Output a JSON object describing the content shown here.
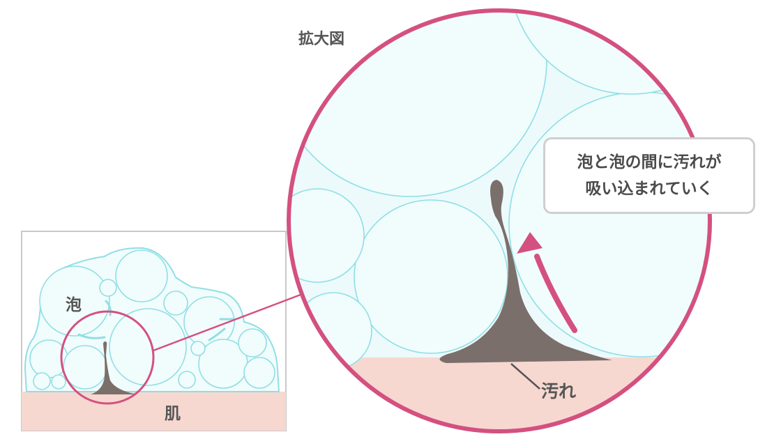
{
  "labels": {
    "zoom_title": "拡大図",
    "foam": "泡",
    "skin": "肌",
    "dirt": "汚れ"
  },
  "callout": {
    "line1": "泡と泡の間に汚れが",
    "line2": "吸い込まれていく"
  },
  "colors": {
    "bubble_stroke": "#8fdfe4",
    "bubble_fill": "#f1fcfd",
    "skin": "#f6d8d1",
    "dirt": "#7b6f6b",
    "magnifier": "#d4507f",
    "frame": "#c9c9c9"
  }
}
